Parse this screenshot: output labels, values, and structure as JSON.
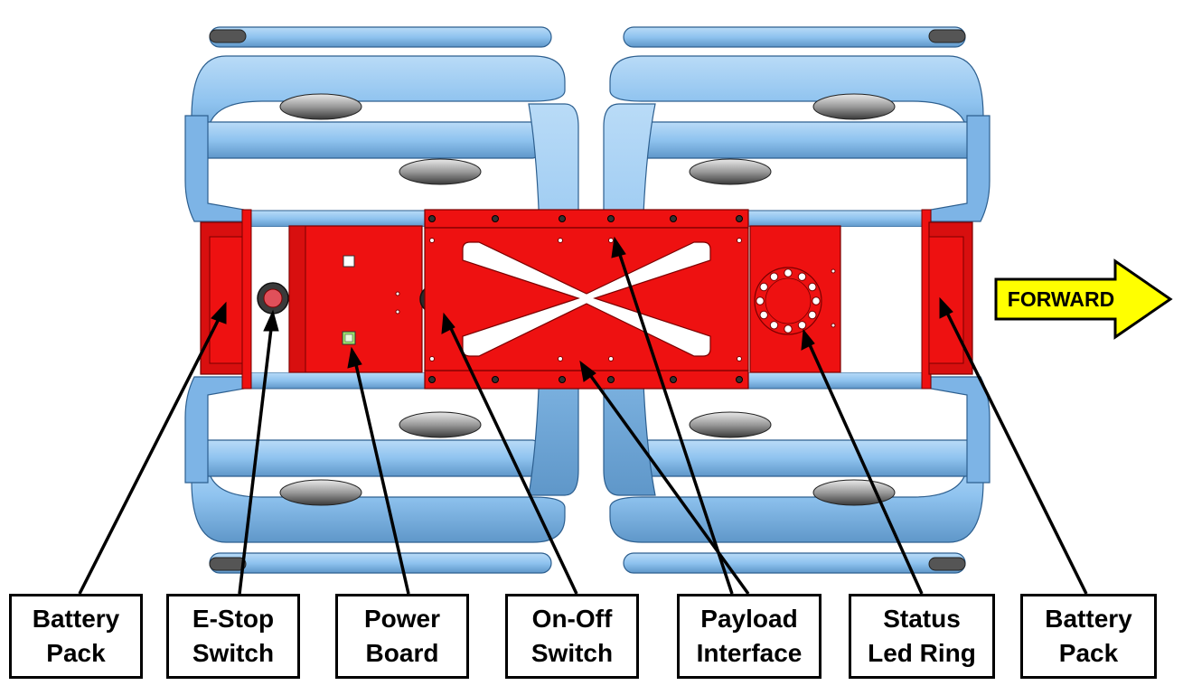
{
  "labels": [
    {
      "line1": "Battery",
      "line2": "Pack"
    },
    {
      "line1": "E-Stop",
      "line2": "Switch"
    },
    {
      "line1": "Power",
      "line2": "Board"
    },
    {
      "line1": "On-Off",
      "line2": "Switch"
    },
    {
      "line1": "Payload",
      "line2": "Interface"
    },
    {
      "line1": "Status",
      "line2": "Led Ring"
    },
    {
      "line1": "Battery",
      "line2": "Pack"
    }
  ],
  "direction_arrow": {
    "text": "FORWARD"
  },
  "colors": {
    "chassis_red": "#ee1111",
    "leg_blue": "#8fc3ef",
    "leg_blue_dark": "#5f97c9",
    "arrow_yellow": "#ffff00",
    "estop_red": "#e0505a",
    "switch_green": "#2ecc40"
  }
}
